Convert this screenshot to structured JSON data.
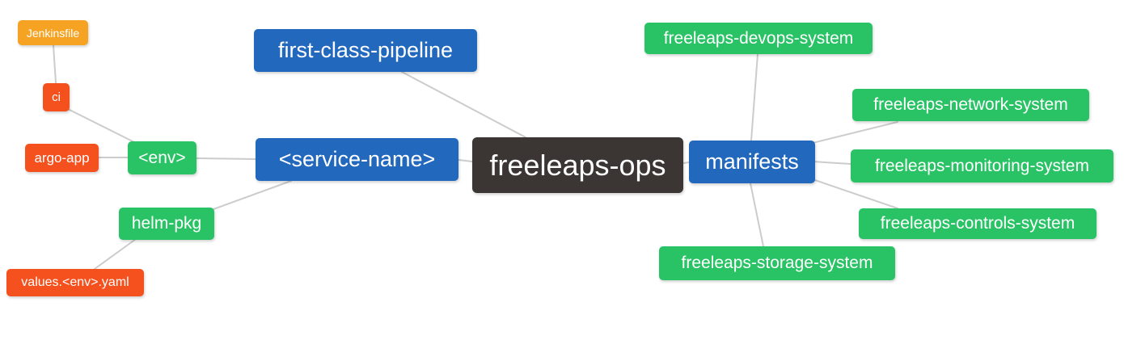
{
  "diagram": {
    "title": "freeleaps-ops repository structure mind map",
    "root_label": "freeleaps-ops"
  },
  "palette": {
    "blue": "#2268bd",
    "green": "#29c366",
    "orange": "#f6a324",
    "red": "#f4511e",
    "dark": "#3b3634",
    "line": "#cccccc",
    "node_text": "#ffffff",
    "background": "#ffffff"
  },
  "nodes": {
    "jenkinsfile": {
      "label": "Jenkinsfile",
      "color": "orange"
    },
    "ci": {
      "label": "ci",
      "color": "red"
    },
    "argo_app": {
      "label": "argo-app",
      "color": "red"
    },
    "env": {
      "label": "<env>",
      "color": "green"
    },
    "first_class_pipeline": {
      "label": "first-class-pipeline",
      "color": "blue"
    },
    "service_name": {
      "label": "<service-name>",
      "color": "blue"
    },
    "helm_pkg": {
      "label": "helm-pkg",
      "color": "green"
    },
    "values_env_yaml": {
      "label": "values.<env>.yaml",
      "color": "red"
    },
    "freeleaps_ops": {
      "label": "freeleaps-ops",
      "color": "dark"
    },
    "manifests": {
      "label": "manifests",
      "color": "blue"
    },
    "devops_system": {
      "label": "freeleaps-devops-system",
      "color": "green"
    },
    "network_system": {
      "label": "freeleaps-network-system",
      "color": "green"
    },
    "monitoring_system": {
      "label": "freeleaps-monitoring-system",
      "color": "green"
    },
    "controls_system": {
      "label": "freeleaps-controls-system",
      "color": "green"
    },
    "storage_system": {
      "label": "freeleaps-storage-system",
      "color": "green"
    }
  },
  "edges": [
    {
      "from": "Jenkinsfile",
      "to": "ci"
    },
    {
      "from": "ci",
      "to": "<env>"
    },
    {
      "from": "argo-app",
      "to": "<env>"
    },
    {
      "from": "<env>",
      "to": "<service-name>"
    },
    {
      "from": "first-class-pipeline",
      "to": "freeleaps-ops"
    },
    {
      "from": "<service-name>",
      "to": "freeleaps-ops"
    },
    {
      "from": "<service-name>",
      "to": "helm-pkg"
    },
    {
      "from": "helm-pkg",
      "to": "values.<env>.yaml"
    },
    {
      "from": "freeleaps-ops",
      "to": "manifests"
    },
    {
      "from": "manifests",
      "to": "freeleaps-devops-system"
    },
    {
      "from": "manifests",
      "to": "freeleaps-network-system"
    },
    {
      "from": "manifests",
      "to": "freeleaps-monitoring-system"
    },
    {
      "from": "manifests",
      "to": "freeleaps-controls-system"
    },
    {
      "from": "manifests",
      "to": "freeleaps-storage-system"
    }
  ]
}
